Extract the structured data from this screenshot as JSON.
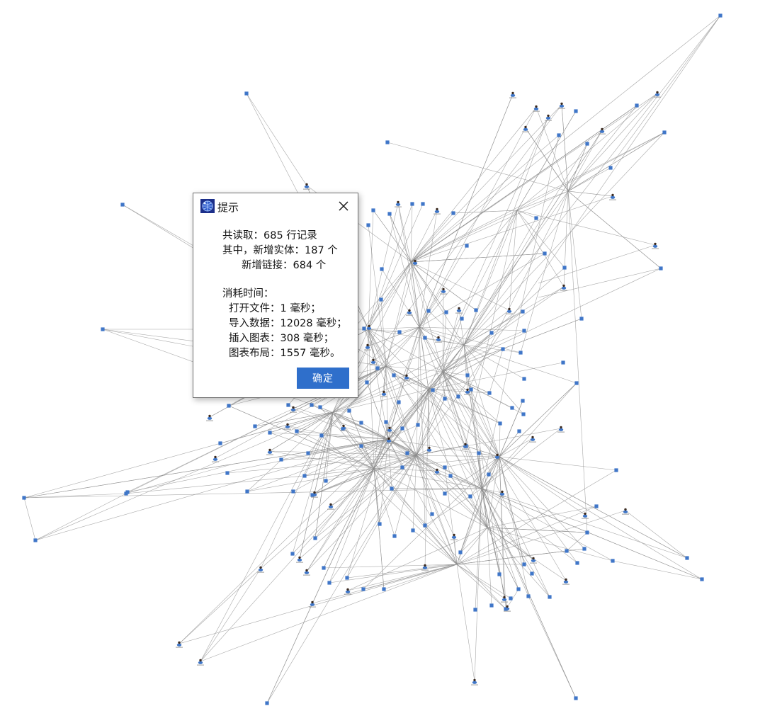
{
  "dialog": {
    "title": "提示",
    "icon": "app-globe-icon",
    "close_icon": "close-icon",
    "lines": {
      "read": "共读取：685 行记录",
      "new_entities": "其中，新增实体：187 个",
      "new_links": "新增链接：684 个",
      "elapsed_header": "消耗时间：",
      "open_file": "打开文件：1 毫秒；",
      "import_data": "导入数据：12028 毫秒；",
      "insert_chart": "插入图表：308 毫秒；",
      "chart_layout": "图表布局：1557 毫秒。"
    },
    "ok_label": "确定"
  },
  "colors": {
    "node": "#3f76c8",
    "edge": "#8c8c8c",
    "button": "#2f6fcb",
    "background": "#ffffff"
  }
}
